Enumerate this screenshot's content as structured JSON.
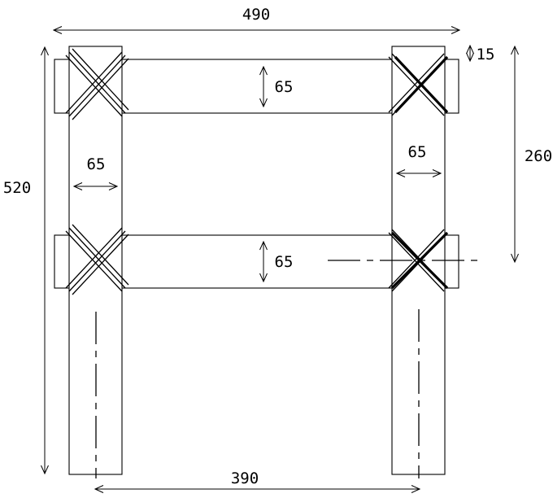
{
  "dimensions": {
    "total_width": "490",
    "total_height": "520",
    "upper_section_height": "260",
    "post_center_spacing": "390",
    "rail_height_top": "65",
    "rail_height_bottom": "65",
    "post_width_left": "65",
    "post_width_right": "65",
    "rail_offset": "15"
  }
}
